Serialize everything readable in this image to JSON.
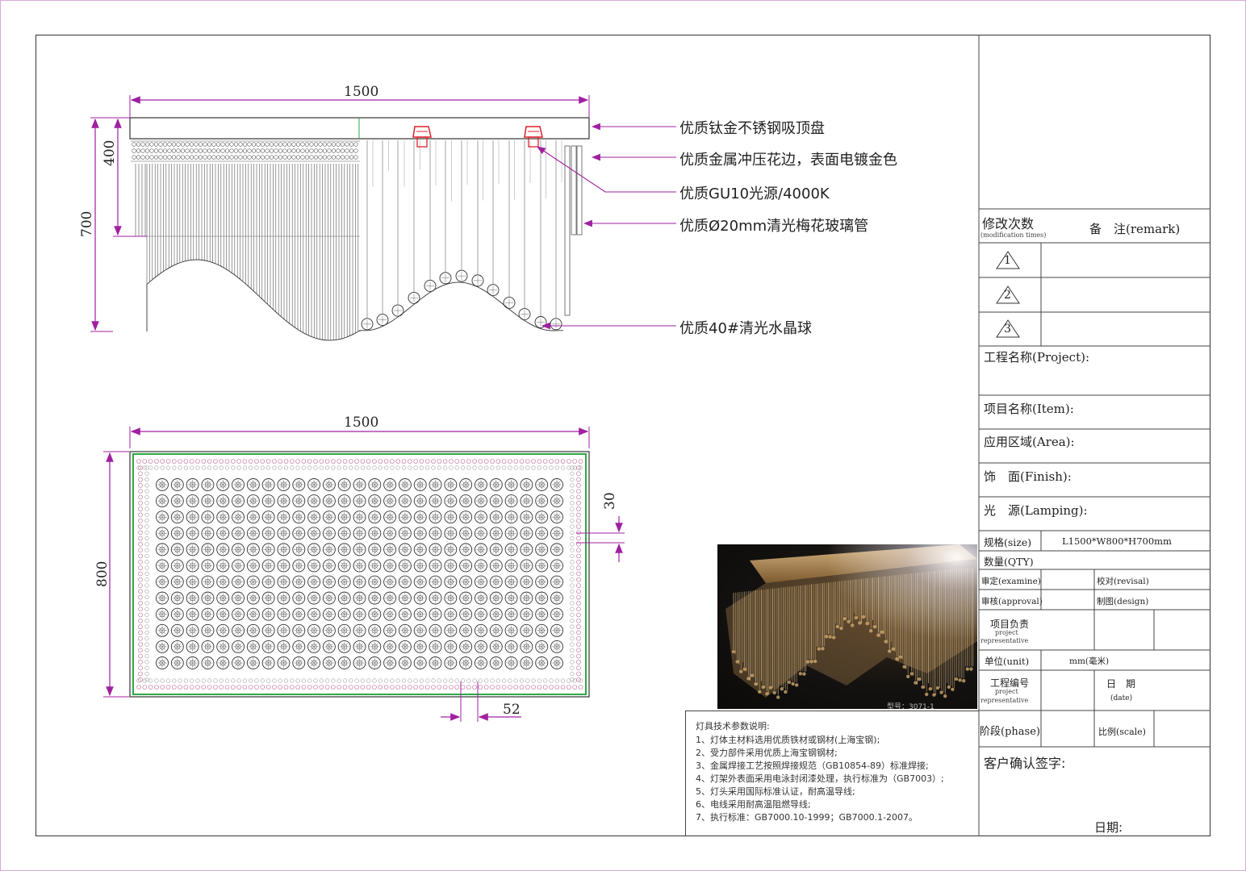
{
  "dimensions": {
    "front_width": "1500",
    "front_height_upper": "400",
    "front_height_total": "700",
    "plan_width": "1500",
    "plan_depth": "800",
    "ring_offset": "30",
    "edge_offset": "52"
  },
  "callouts": [
    "优质钛金不锈钢吸顶盘",
    "优质金属冲压花边，表面电镀金色",
    "优质GU10光源/4000K",
    "优质Ø20mm清光梅花玻璃管",
    "优质40#清光水晶球"
  ],
  "title_block": {
    "revision_header": "修改次数",
    "revision_header_en": "(modification times)",
    "remark_header": "备　注(remark)",
    "revisions": [
      "1",
      "2",
      "3"
    ],
    "project": "工程名称(Project):",
    "item": "项目名称(Item):",
    "area": "应用区域(Area):",
    "finish": "饰　面(Finish):",
    "lamping": "光　源(Lamping):",
    "size_label": "规格(size)",
    "size_value": "L1500*W800*H700mm",
    "qty_label": "数量(QTY)",
    "examine": "审定(examine)",
    "revisal": "校对(revisal)",
    "approval": "审核(approval)",
    "design": "制图(design)",
    "rep_cn": "项目负责",
    "rep_en1": "project",
    "rep_en2": "representative",
    "unit_label": "单位(unit)",
    "unit_value": "mm(毫米)",
    "proj_no_cn": "工程编号",
    "proj_no_en1": "project",
    "proj_no_en2": "representative",
    "date_cn": "日　期",
    "date_en": "(date)",
    "phase": "阶段(phase)",
    "scale": "比例(scale)",
    "customer_sign": "客户确认签字:",
    "sign_date": "日期:"
  },
  "photo_caption": "型号：3071-1",
  "notes": {
    "title": "灯具技术参数说明:",
    "lines": [
      "1、灯体主材料选用优质铁材或钢材(上海宝钢);",
      "2、受力部件采用优质上海宝钢钢材;",
      "3、金属焊接工艺按照焊接规范（GB10854-89）标准焊接;",
      "4、灯架外表面采用电泳封闭漆处理，执行标准为（GB7003）;",
      "5、灯头采用国际标准认证，耐高温导线;",
      "6、电线采用耐高温阻燃导线;",
      "7、执行标准：GB7000.10-1999；GB7000.1-2007。"
    ]
  },
  "colors": {
    "dimension_line": "#a020a0",
    "fixture_line": "#333333",
    "gu10_lamp": "#e0202a",
    "plan_border": "#2ea84a",
    "crystal_ring": "#c0679a"
  }
}
